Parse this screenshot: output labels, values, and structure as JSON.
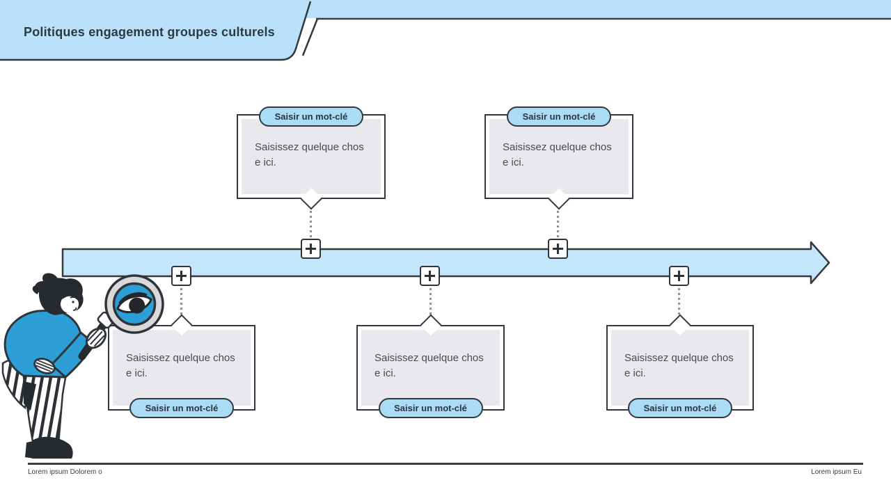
{
  "header": {
    "title": "Politiques engagement groupes culturels"
  },
  "timeline": {
    "type": "horizontal-arrow-right",
    "add_marker_count": 5
  },
  "callouts": {
    "top": [
      {
        "keyword_label": "Saisir un mot-clé",
        "body": "Saisissez quelque chos\ne ici."
      },
      {
        "keyword_label": "Saisir un mot-clé",
        "body": "Saisissez quelque chos\ne ici."
      }
    ],
    "bottom": [
      {
        "keyword_label": "Saisir un mot-clé",
        "body": "Saisissez quelque chos\ne ici."
      },
      {
        "keyword_label": "Saisir un mot-clé",
        "body": "Saisissez quelque chos\ne ici."
      },
      {
        "keyword_label": "Saisir un mot-clé",
        "body": "Saisissez quelque chos\ne ici."
      }
    ]
  },
  "footer": {
    "left_text": "Lorem ipsum Dolorem o",
    "right_text": "Lorem ipsum Eu"
  },
  "icons": {
    "plus": "plus-icon",
    "illustration": "woman-with-magnifying-glass"
  },
  "colors": {
    "ribbon_blue": "#b9e2fa",
    "band_blue": "#c4e6fa",
    "pill_blue": "#abdcf6",
    "outline_dark": "#33383f",
    "card_gray": "#e9e8ec",
    "illustration_blue": "#2e9fd6"
  }
}
